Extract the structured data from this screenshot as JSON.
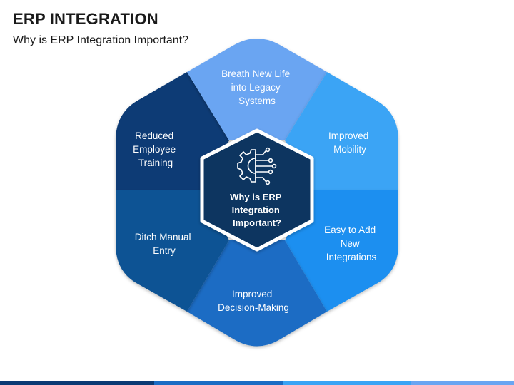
{
  "header": {
    "title": "ERP INTEGRATION",
    "subtitle": "Why is ERP Integration Important?"
  },
  "diagram": {
    "center": {
      "icon": "gear-circuit-icon",
      "lines": [
        "Why is ERP",
        "Integration",
        "Important?"
      ]
    },
    "segments": [
      {
        "id": "top",
        "lines": [
          "Breath New Life",
          "into Legacy",
          "Systems"
        ],
        "color": "#6aa5f2"
      },
      {
        "id": "upper-right",
        "lines": [
          "Improved",
          "Mobility"
        ],
        "color": "#3aa4f5"
      },
      {
        "id": "lower-right",
        "lines": [
          "Easy to Add",
          "New",
          "Integrations"
        ],
        "color": "#1f8ff0"
      },
      {
        "id": "bottom",
        "lines": [
          "Improved",
          "Decision-Making"
        ],
        "color": "#1a6cc4"
      },
      {
        "id": "lower-left",
        "lines": [
          "Ditch Manual",
          "Entry"
        ],
        "color": "#0f5294"
      },
      {
        "id": "upper-left",
        "lines": [
          "Reduced",
          "Employee",
          "Training"
        ],
        "color": "#0a3a74"
      }
    ],
    "center_color": "#0b3561",
    "footer_colors": [
      "#0a3a74",
      "#1a6cc4",
      "#3aa4f5",
      "#6aa5f2"
    ]
  }
}
